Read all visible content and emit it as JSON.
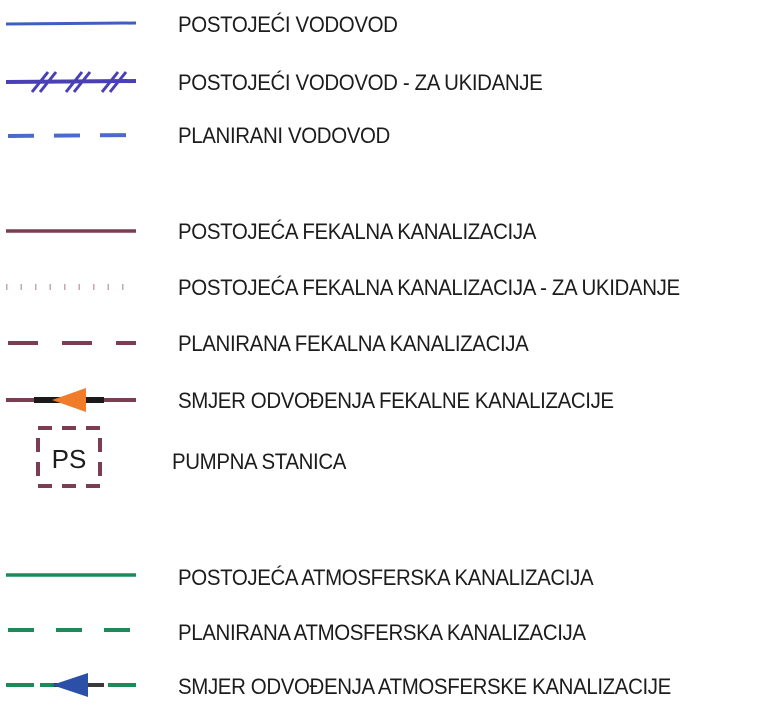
{
  "legend": {
    "items": [
      {
        "label": "POSTOJEĆI VODOVOD",
        "symbol": "solid-line",
        "color": "#3f5fc0"
      },
      {
        "label": "POSTOJEĆI VODOVOD - ZA UKIDANJE",
        "symbol": "hatched-line",
        "color": "#4a3fb5"
      },
      {
        "label": "PLANIRANI VODOVOD",
        "symbol": "dashed-line",
        "color": "#4a6acf"
      },
      {
        "label": "POSTOJEĆA FEKALNA KANALIZACIJA",
        "symbol": "solid-line",
        "color": "#7a3d52"
      },
      {
        "label": "POSTOJEĆA FEKALNA KANALIZACIJA - ZA UKIDANJE",
        "symbol": "dotted-line",
        "color": "#b08090"
      },
      {
        "label": "PLANIRANA FEKALNA KANALIZACIJA",
        "symbol": "dashed-line",
        "color": "#7a3d52"
      },
      {
        "label": "SMJER ODVOĐENJA FEKALNE KANALIZACIJE",
        "symbol": "arrow-line",
        "color": "#1a1a1a",
        "arrow_color": "#f07b2a"
      },
      {
        "label": "PUMPNA STANICA",
        "symbol": "dashed-box",
        "color": "#7a3d52",
        "box_text": "PS"
      },
      {
        "label": "POSTOJEĆA ATMOSFERSKA KANALIZACIJA",
        "symbol": "solid-line",
        "color": "#1e8a5a"
      },
      {
        "label": "PLANIRANA ATMOSFERSKA KANALIZACIJA",
        "symbol": "dashed-line",
        "color": "#1e8a5a"
      },
      {
        "label": "SMJER ODVOĐENJA ATMOSFERSKE KANALIZACIJE",
        "symbol": "arrow-line",
        "color": "#1e8a5a",
        "arrow_color": "#2c4fa8"
      }
    ]
  }
}
